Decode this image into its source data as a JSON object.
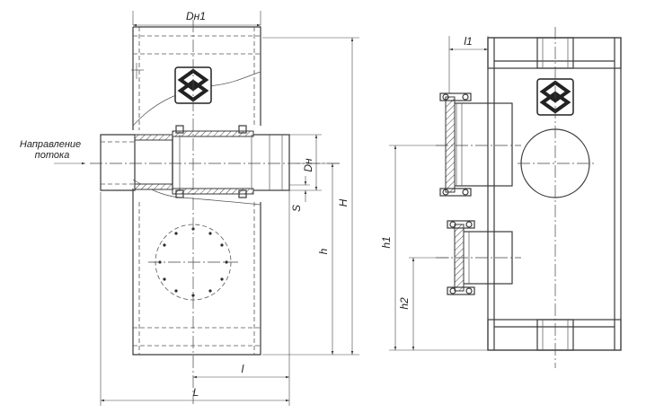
{
  "flow_label": {
    "line1": "Направление",
    "line2": "потока"
  },
  "dimensions": {
    "dh1": "Dн1",
    "dh": "Dн",
    "s": "S",
    "h_total": "H",
    "h": "h",
    "l_small": "l",
    "l_total": "L",
    "l1": "l1",
    "h1": "h1",
    "h2": "h2"
  },
  "logo": {
    "icon": "company-logo-icon"
  }
}
